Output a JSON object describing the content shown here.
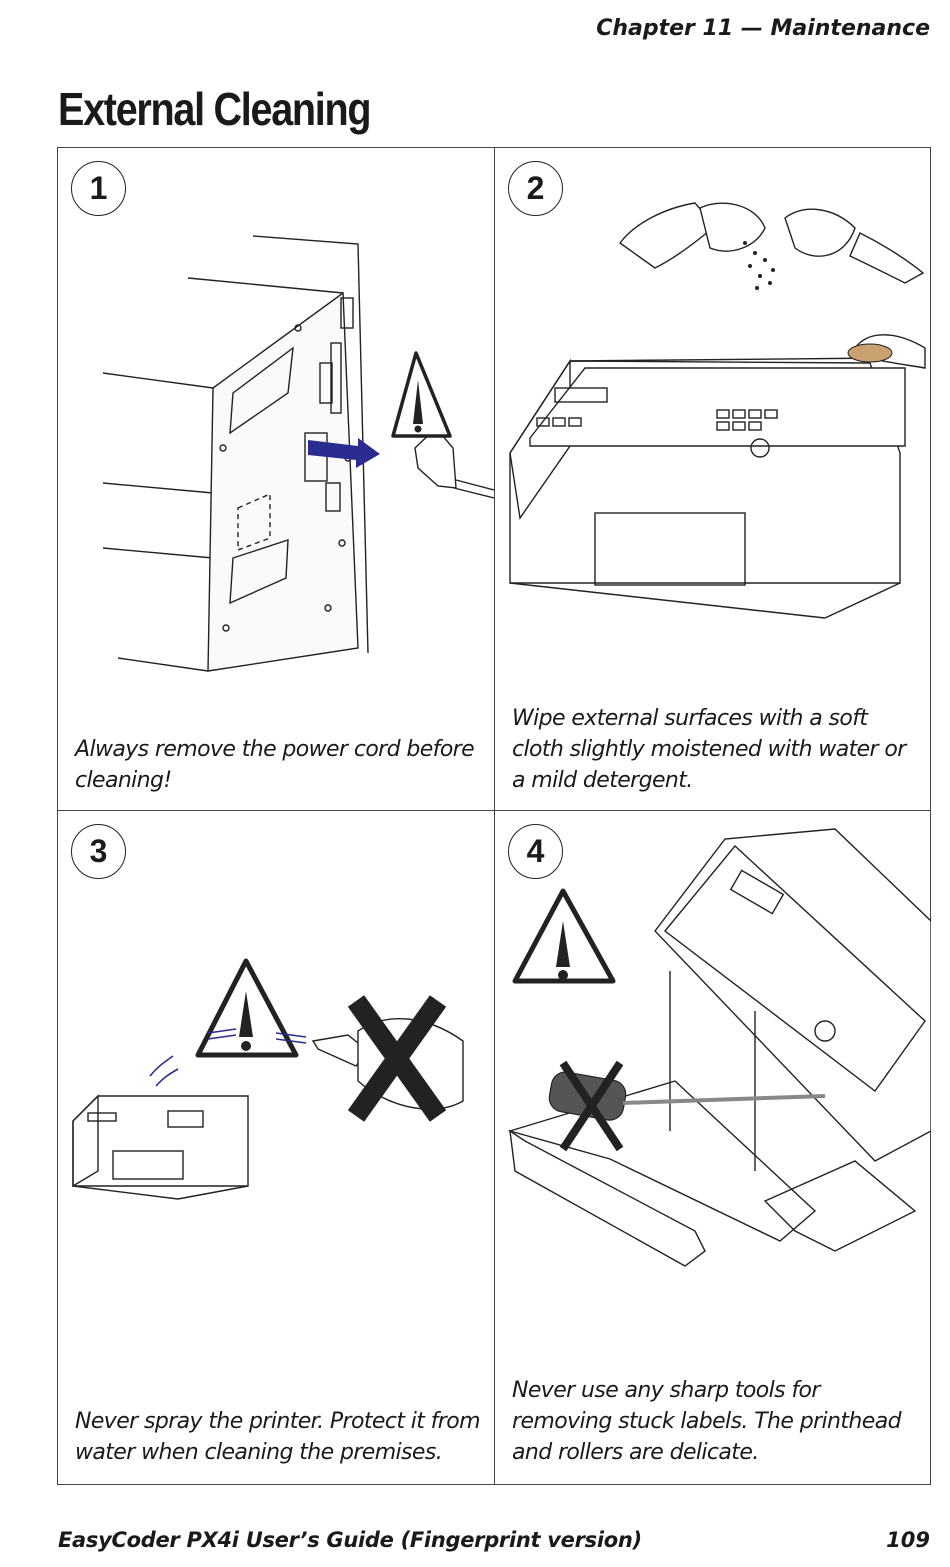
{
  "header": {
    "chapter": "Chapter 11 — Maintenance"
  },
  "page_title": "External Cleaning",
  "steps": [
    {
      "number": "1",
      "caption": "Always remove the power cord before cleaning!",
      "illustration": "printer-back-power-cord"
    },
    {
      "number": "2",
      "caption": "Wipe external surfaces with a soft cloth slightly moistened with water or a mild detergent.",
      "illustration": "printer-wipe-cloth"
    },
    {
      "number": "3",
      "caption": "Never spray the printer. Protect it from water when cleaning the premises.",
      "illustration": "no-spray-warning"
    },
    {
      "number": "4",
      "caption": "Never use any sharp tools for removing stuck labels. The printhead and rollers are delicate.",
      "illustration": "no-sharp-tools"
    }
  ],
  "footer": {
    "guide_title": "EasyCoder PX4i User’s Guide (Fingerprint version)",
    "page_number": "109"
  }
}
